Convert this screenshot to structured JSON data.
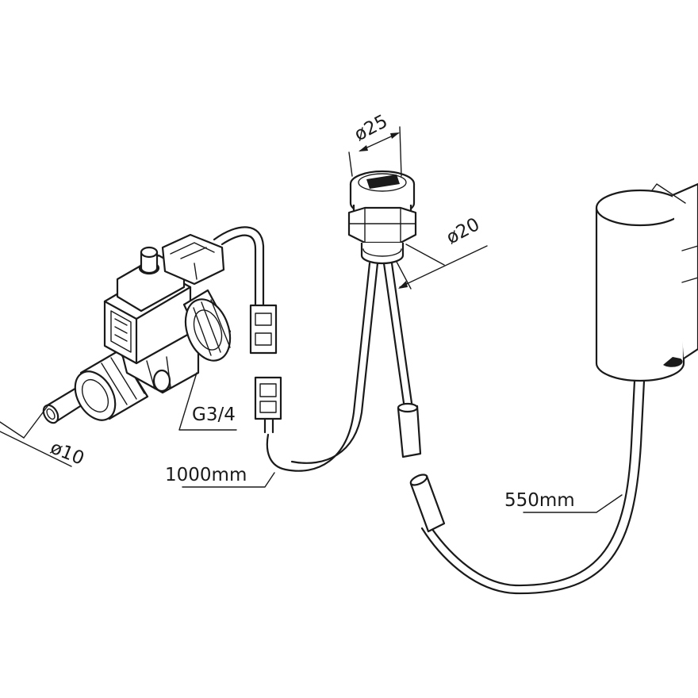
{
  "labels": {
    "dia_25": "ø25",
    "dia_20": "ø20",
    "dia_10": "ø10",
    "thread": "G3/4",
    "cable_1000": "1000mm",
    "cable_550": "550mm"
  },
  "colors": {
    "line": "#1a1a1a",
    "background": "#ffffff"
  }
}
